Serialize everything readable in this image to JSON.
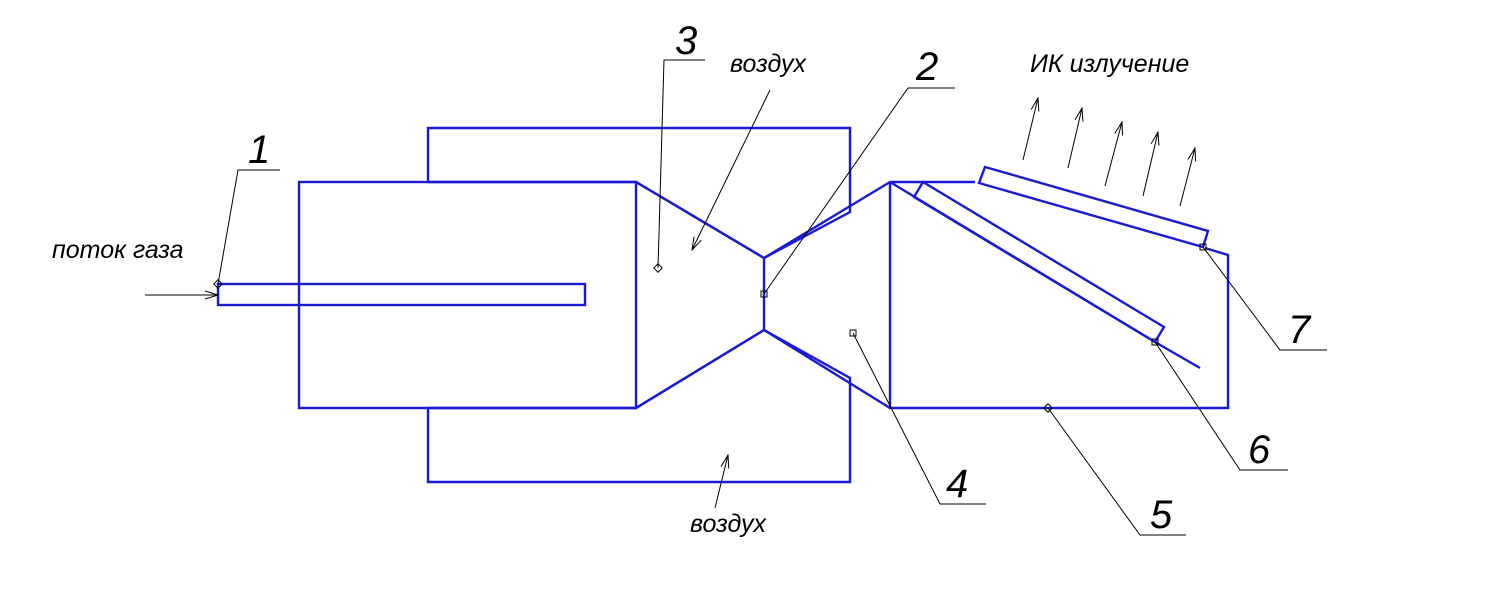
{
  "labels": {
    "gas_flow": "поток газа",
    "air_top": "воздух",
    "air_bottom": "воздух",
    "ir_radiation": "ИК излучение"
  },
  "callouts": [
    "1",
    "2",
    "3",
    "4",
    "5",
    "6",
    "7"
  ],
  "colors": {
    "outline": "#1a1ad6",
    "leader": "#000000",
    "background": "#ffffff"
  }
}
